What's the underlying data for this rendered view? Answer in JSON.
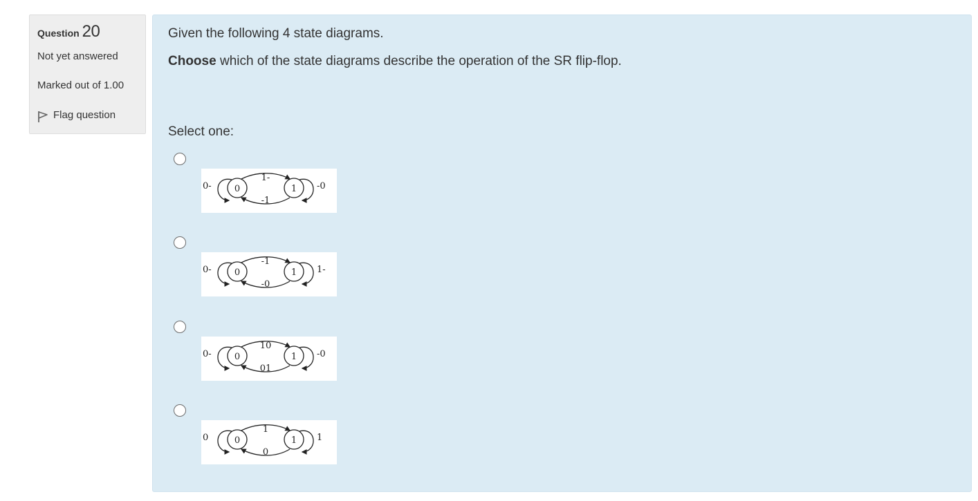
{
  "info": {
    "question_label": "Question",
    "question_number": "20",
    "state": "Not yet answered",
    "grade": "Marked out of 1.00",
    "flag_label": "Flag question"
  },
  "question": {
    "text_line1": "Given the following 4 state diagrams.",
    "text_line2_bold": "Choose",
    "text_line2_rest": " which of the state diagrams describe the operation of the SR flip-flop.",
    "prompt": "Select one:"
  },
  "options": [
    {
      "left_loop": "0-",
      "top_arc": "1-",
      "bottom_arc": "-1",
      "right_loop": "-0",
      "state0": "0",
      "state1": "1",
      "selected": false
    },
    {
      "left_loop": "0-",
      "top_arc": "-1",
      "bottom_arc": "-0",
      "right_loop": "1-",
      "state0": "0",
      "state1": "1",
      "selected": false
    },
    {
      "left_loop": "0-",
      "top_arc": "10",
      "bottom_arc": "01",
      "right_loop": "-0",
      "state0": "0",
      "state1": "1",
      "selected": false
    },
    {
      "left_loop": "0",
      "top_arc": "1",
      "bottom_arc": "0",
      "right_loop": "1",
      "state0": "0",
      "state1": "1",
      "selected": false
    }
  ],
  "colors": {
    "info_bg": "#eeeeee",
    "content_bg": "#dbebf4",
    "text": "#333333"
  },
  "icons": {
    "flag": "flag-icon"
  }
}
